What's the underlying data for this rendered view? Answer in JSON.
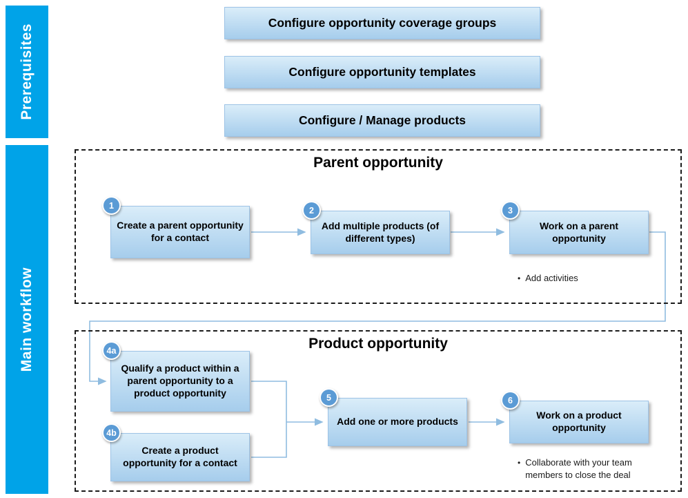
{
  "diagram": {
    "sidebar": {
      "prerequisites": "Prerequisites",
      "main_workflow": "Main workflow"
    },
    "prerequisites": {
      "items": [
        "Configure opportunity coverage groups",
        "Configure opportunity templates",
        "Configure / Manage products"
      ]
    },
    "parent": {
      "title": "Parent opportunity",
      "steps": [
        {
          "badge": "1",
          "label": "Create a parent opportunity for a contact"
        },
        {
          "badge": "2",
          "label": "Add multiple products (of different types)"
        },
        {
          "badge": "3",
          "label": "Work on a parent opportunity",
          "notes": [
            "Add activities"
          ]
        }
      ]
    },
    "product": {
      "title": "Product opportunity",
      "steps": [
        {
          "badge": "4a",
          "label": "Qualify a product within a parent opportunity to a product opportunity"
        },
        {
          "badge": "4b",
          "label": "Create a product opportunity for a contact"
        },
        {
          "badge": "5",
          "label": "Add one or more products"
        },
        {
          "badge": "6",
          "label": "Work on a product opportunity",
          "notes": [
            "Collaborate with your team members to close the deal"
          ]
        }
      ]
    }
  },
  "colors": {
    "sidebar_blue": "#00A3E8",
    "box_top": "#DAEDF9",
    "box_bottom": "#A6CDEC",
    "box_border": "#9DC3E6",
    "badge_fill": "#5B9BD5",
    "connector": "#8FBCE0",
    "dash_border": "#1a1a1a",
    "text": "#111111"
  }
}
